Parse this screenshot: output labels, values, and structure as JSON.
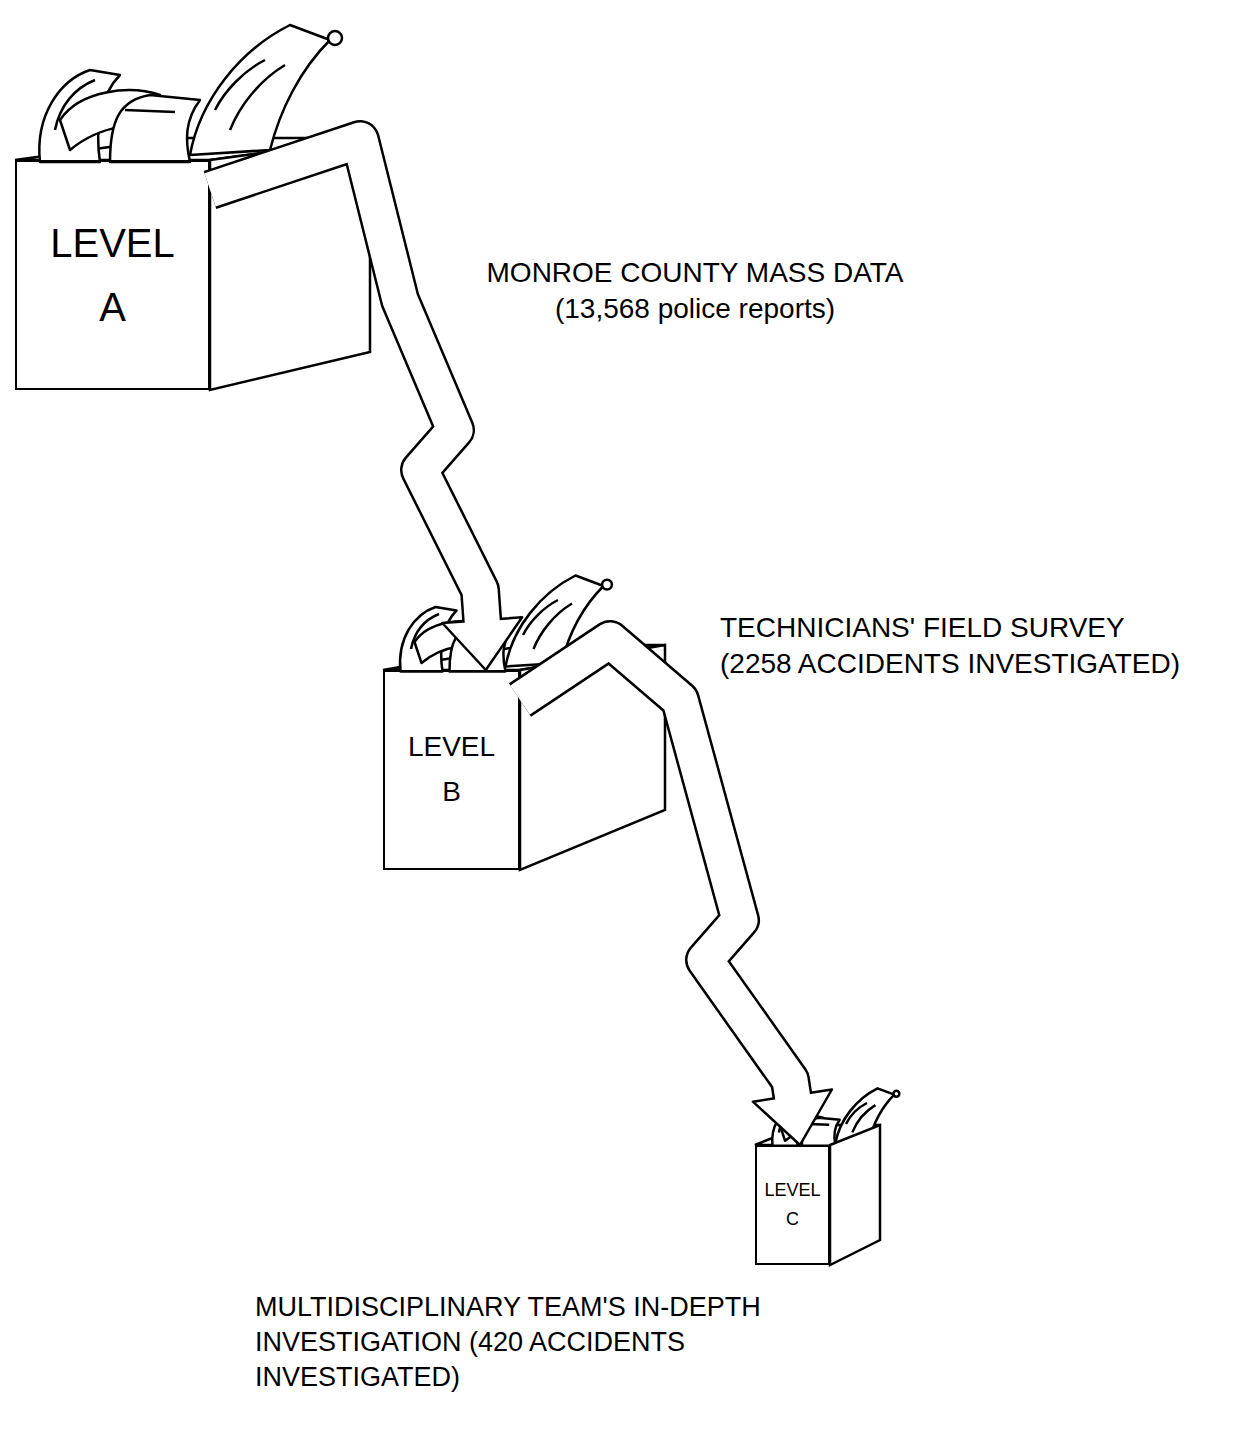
{
  "diagram": {
    "nodes": [
      {
        "text": [
          "LEVEL A"
        ]
      },
      {
        "text": [
          "LEVEL B"
        ]
      },
      {
        "text": [
          "LEVEL C"
        ]
      }
    ],
    "edges": [
      {
        "from": 0,
        "to": 1,
        "arrow": "to",
        "label": "MONROE COUNTY MASS DATA (13,568 police reports)"
      },
      {
        "from": 1,
        "to": 2,
        "arrow": "to",
        "label": "TECHNICIANS' FIELD SURVEY (2258 ACCIDENTS INVESTIGATED)"
      }
    ],
    "labels": [
      "MULTIDISCIPLINARY TEAM'S IN-DEPTH INVESTIGATION (420 ACCIDENTS INVESTIGATED)"
    ]
  }
}
